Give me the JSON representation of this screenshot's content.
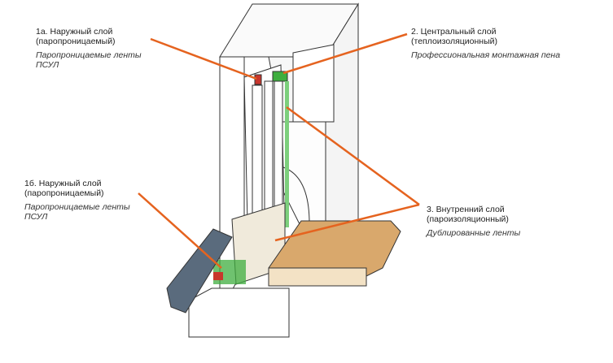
{
  "labels": [
    {
      "id": "1a",
      "title": "1а. Наружный слой",
      "subtitle": "(паропроницаемый)",
      "desc1": "Паропроницаемые ленты",
      "desc2": "ПСУЛ"
    },
    {
      "id": "2",
      "title": "2. Центральный слой",
      "subtitle": "(теплоизоляционный)",
      "desc1": "Профессиональная монтажная пена"
    },
    {
      "id": "1b",
      "title": "1б. Наружный слой",
      "subtitle": "(паропроницаемый)",
      "desc1": "Паропроницаемые ленты",
      "desc2": "ПСУЛ"
    },
    {
      "id": "3",
      "title": "3. Внутренний слой",
      "subtitle": "(пароизоляционный)",
      "desc1": "Дублированные ленты"
    }
  ],
  "colors": {
    "arrow": "#e5631f",
    "sill": "#d9a86c",
    "drip": "#5a6b7d",
    "foam": "#3fae3f",
    "tape": "#c8362c"
  }
}
